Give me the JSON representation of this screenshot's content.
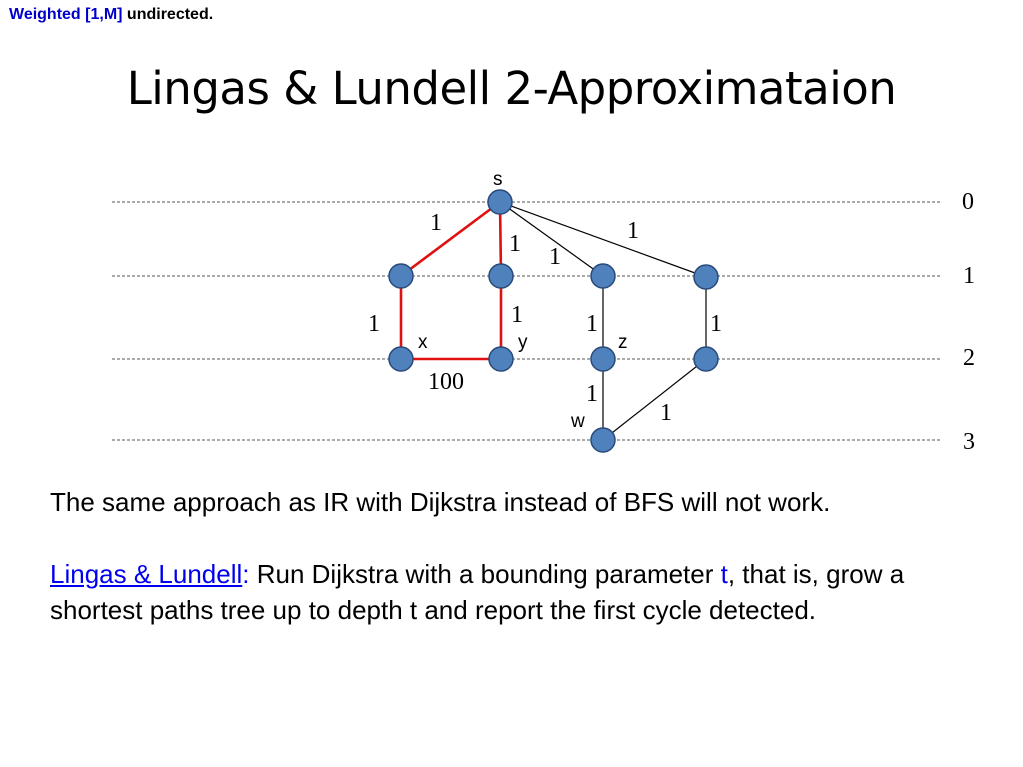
{
  "corner": {
    "highlight": "Weighted [1,M]",
    "rest": " undirected."
  },
  "title": "Lingas & Lundell 2-Approximataion",
  "diagram": {
    "levels": [
      "0",
      "1",
      "2",
      "3"
    ],
    "nodes": [
      {
        "id": "s",
        "label": "s"
      },
      {
        "id": "a",
        "label": ""
      },
      {
        "id": "b",
        "label": ""
      },
      {
        "id": "c",
        "label": ""
      },
      {
        "id": "d",
        "label": ""
      },
      {
        "id": "x",
        "label": "x"
      },
      {
        "id": "y",
        "label": "y"
      },
      {
        "id": "z",
        "label": "z"
      },
      {
        "id": "e",
        "label": ""
      },
      {
        "id": "w",
        "label": "w"
      }
    ],
    "edges": [
      {
        "from": "s",
        "to": "a",
        "weight": "1",
        "highlight": true
      },
      {
        "from": "s",
        "to": "b",
        "weight": "1",
        "highlight": true
      },
      {
        "from": "s",
        "to": "c",
        "weight": "1",
        "highlight": false
      },
      {
        "from": "s",
        "to": "d",
        "weight": "1",
        "highlight": false
      },
      {
        "from": "a",
        "to": "x",
        "weight": "1",
        "highlight": true
      },
      {
        "from": "b",
        "to": "y",
        "weight": "1",
        "highlight": true
      },
      {
        "from": "x",
        "to": "y",
        "weight": "100",
        "highlight": true
      },
      {
        "from": "c",
        "to": "z",
        "weight": "1",
        "highlight": false
      },
      {
        "from": "d",
        "to": "e",
        "weight": "1",
        "highlight": false
      },
      {
        "from": "z",
        "to": "w",
        "weight": "1",
        "highlight": false
      },
      {
        "from": "e",
        "to": "w",
        "weight": "1",
        "highlight": false
      }
    ],
    "colors": {
      "node_fill": "#4f81bd",
      "node_stroke": "#2a4a7a",
      "highlight": "#e01010",
      "edge": "#000000",
      "level_line": "#555555"
    }
  },
  "text": {
    "line1": "The same approach as IR with Dijkstra instead of BFS will not work.",
    "link": "Lingas & Lundell",
    "colon": ":",
    "body1": " Run Dijkstra with a bounding parameter ",
    "param": "t",
    "body2": ", that is, grow a shortest paths tree up to depth t and report the first cycle detected."
  }
}
